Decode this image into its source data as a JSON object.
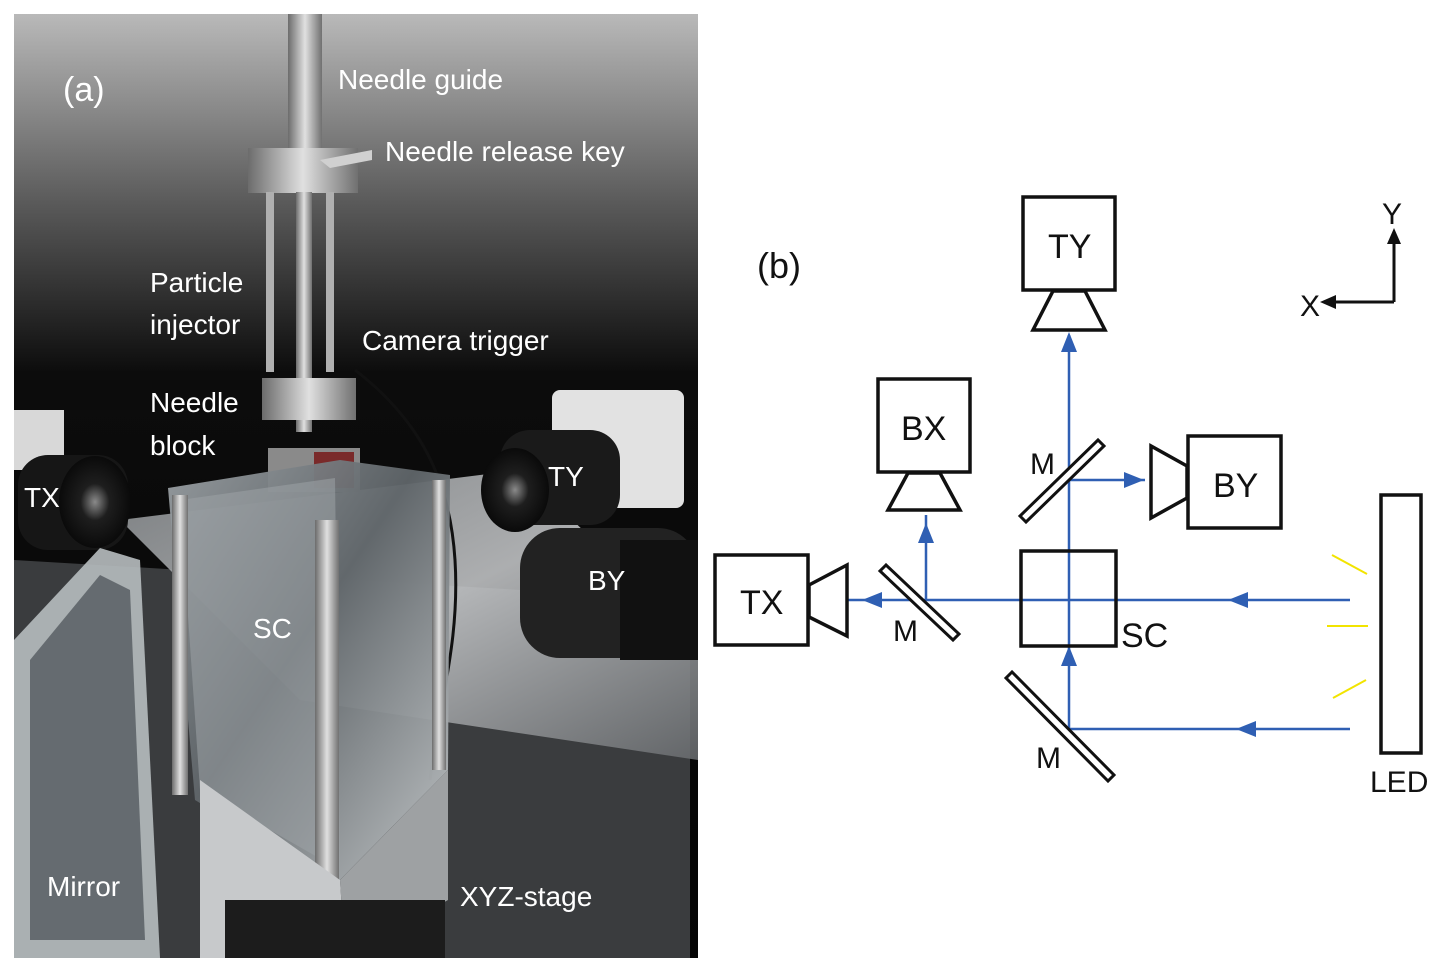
{
  "panel_a": {
    "label": "(a)",
    "annotations": {
      "needle_guide": "Needle guide",
      "needle_release_key": "Needle release key",
      "particle_injector_line1": "Particle",
      "particle_injector_line2": "injector",
      "camera_trigger": "Camera trigger",
      "needle_block_line1": "Needle",
      "needle_block_line2": "block",
      "tx": "TX",
      "ty": "TY",
      "by": "BY",
      "sc": "SC",
      "mirror": "Mirror",
      "xyz_stage": "XYZ-stage"
    }
  },
  "panel_b": {
    "label": "(b)",
    "cameras": {
      "ty": "TY",
      "bx": "BX",
      "by": "BY",
      "tx": "TX"
    },
    "mirror_labels": {
      "m_upper": "M",
      "m_left": "M",
      "m_lower": "M"
    },
    "sample_cell": "SC",
    "light_source": "LED",
    "axes": {
      "x": "X",
      "y": "Y"
    },
    "colors": {
      "beam": "#2f5fb3",
      "led_rays": "#f2e400"
    }
  }
}
